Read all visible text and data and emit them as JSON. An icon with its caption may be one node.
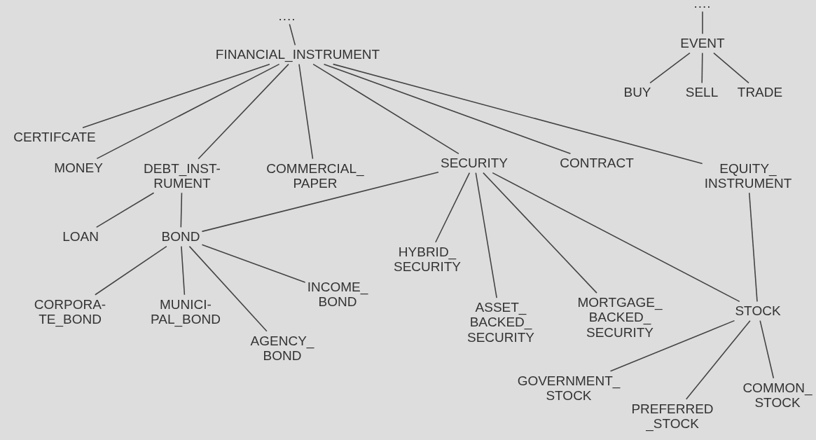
{
  "diagram": {
    "nodes": [
      {
        "text": [
          "...."
        ]
      },
      {
        "text": [
          "FINANCIAL_INSTRUMENT"
        ]
      },
      {
        "text": [
          "...."
        ]
      },
      {
        "text": [
          "EVENT"
        ]
      },
      {
        "text": [
          "BUY"
        ]
      },
      {
        "text": [
          "SELL"
        ]
      },
      {
        "text": [
          "TRADE"
        ]
      },
      {
        "text": [
          "CERTIFCATE"
        ]
      },
      {
        "text": [
          "MONEY"
        ]
      },
      {
        "text": [
          "DEBT_INST- RUMENT"
        ]
      },
      {
        "text": [
          "COMMERCIAL_ PAPER"
        ]
      },
      {
        "text": [
          "SECURITY"
        ]
      },
      {
        "text": [
          "CONTRACT"
        ]
      },
      {
        "text": [
          "EQUITY_ INSTRUMENT"
        ]
      },
      {
        "text": [
          "LOAN"
        ]
      },
      {
        "text": [
          "BOND"
        ]
      },
      {
        "text": [
          "HYBRID_ SECURITY"
        ]
      },
      {
        "text": [
          "INCOME_ BOND"
        ]
      },
      {
        "text": [
          "CORPORA- TE_BOND"
        ]
      },
      {
        "text": [
          "MUNICI- PAL_BOND"
        ]
      },
      {
        "text": [
          "ASSET_ BACKED_ SECURITY"
        ]
      },
      {
        "text": [
          "MORTGAGE_ BACKED_ SECURITY"
        ]
      },
      {
        "text": [
          "STOCK"
        ]
      },
      {
        "text": [
          "AGENCY_ BOND"
        ]
      },
      {
        "text": [
          "GOVERNMENT_ STOCK"
        ]
      },
      {
        "text": [
          "COMMON_ STOCK"
        ]
      },
      {
        "text": [
          "PREFERRED _STOCK"
        ]
      }
    ],
    "edges": [
      {
        "from": 0,
        "to": 1,
        "arrow": "none"
      },
      {
        "from": 1,
        "to": 7,
        "arrow": "none"
      },
      {
        "from": 1,
        "to": 8,
        "arrow": "none"
      },
      {
        "from": 1,
        "to": 9,
        "arrow": "none"
      },
      {
        "from": 1,
        "to": 10,
        "arrow": "none"
      },
      {
        "from": 1,
        "to": 11,
        "arrow": "none"
      },
      {
        "from": 1,
        "to": 12,
        "arrow": "none"
      },
      {
        "from": 1,
        "to": 13,
        "arrow": "none"
      },
      {
        "from": 2,
        "to": 3,
        "arrow": "none"
      },
      {
        "from": 3,
        "to": 4,
        "arrow": "none"
      },
      {
        "from": 3,
        "to": 5,
        "arrow": "none"
      },
      {
        "from": 3,
        "to": 6,
        "arrow": "none"
      },
      {
        "from": 9,
        "to": 14,
        "arrow": "none"
      },
      {
        "from": 9,
        "to": 15,
        "arrow": "none"
      },
      {
        "from": 11,
        "to": 15,
        "arrow": "none"
      },
      {
        "from": 11,
        "to": 16,
        "arrow": "none"
      },
      {
        "from": 11,
        "to": 20,
        "arrow": "none"
      },
      {
        "from": 11,
        "to": 21,
        "arrow": "none"
      },
      {
        "from": 11,
        "to": 22,
        "arrow": "none"
      },
      {
        "from": 13,
        "to": 22,
        "arrow": "none"
      },
      {
        "from": 15,
        "to": 18,
        "arrow": "none"
      },
      {
        "from": 15,
        "to": 19,
        "arrow": "none"
      },
      {
        "from": 15,
        "to": 23,
        "arrow": "none"
      },
      {
        "from": 15,
        "to": 17,
        "arrow": "none"
      },
      {
        "from": 22,
        "to": 24,
        "arrow": "none"
      },
      {
        "from": 22,
        "to": 26,
        "arrow": "none"
      },
      {
        "from": 22,
        "to": 25,
        "arrow": "none"
      }
    ]
  }
}
